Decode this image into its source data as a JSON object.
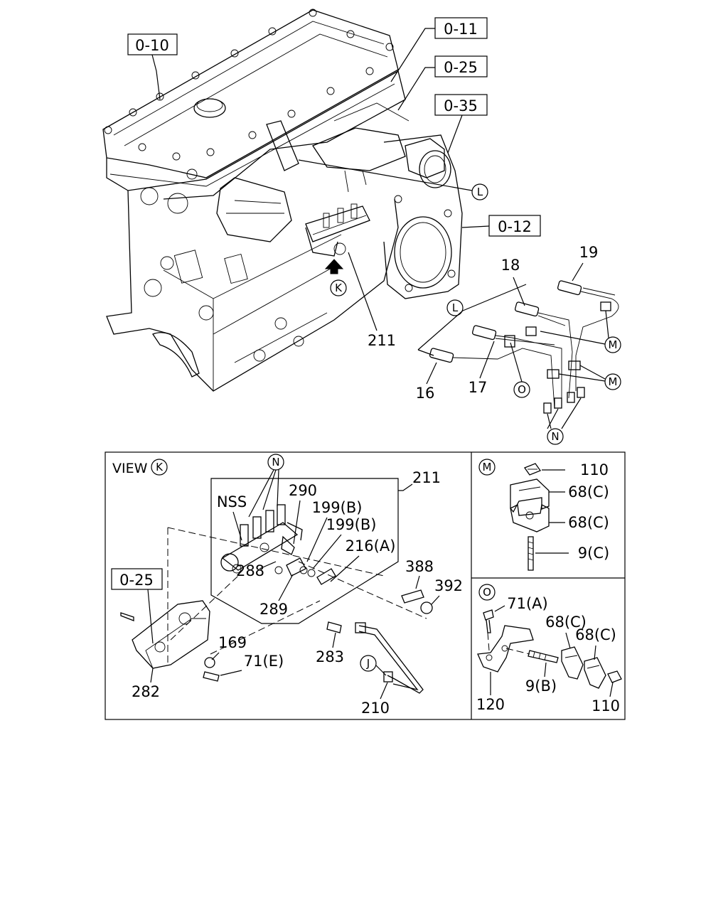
{
  "top": {
    "refs": [
      "0-10",
      "0-11",
      "0-25",
      "0-35",
      "0-12"
    ],
    "circle_L": "L",
    "circle_K": "K",
    "label_211": "211",
    "harness_labels": {
      "p19": "19",
      "p18": "18",
      "p16": "16",
      "p17": "17"
    },
    "circle_O": "O",
    "circle_M1": "M",
    "circle_M2": "M",
    "circle_N": "N",
    "circle_L2": "L"
  },
  "view_k": {
    "title": "VIEW",
    "title_circle": "K",
    "circle_N": "N",
    "ref_025": "0-25",
    "labels": {
      "l211": "211",
      "nss": "NSS",
      "l290": "290",
      "l199b1": "199(B)",
      "l199b2": "199(B)",
      "l216a": "216(A)",
      "l388": "388",
      "l392": "392",
      "l288": "288",
      "l289": "289",
      "l169": "169",
      "l71e": "71(E)",
      "l283": "283",
      "l282": "282",
      "l210": "210"
    },
    "circle_J": "J"
  },
  "view_m": {
    "circle": "M",
    "labels": {
      "l110": "110",
      "l68c1": "68(C)",
      "l68c2": "68(C)",
      "l9c": "9(C)"
    }
  },
  "view_o": {
    "circle": "O",
    "labels": {
      "l71a": "71(A)",
      "l68c1": "68(C)",
      "l68c2": "68(C)",
      "l9b": "9(B)",
      "l120": "120",
      "l110": "110"
    }
  }
}
